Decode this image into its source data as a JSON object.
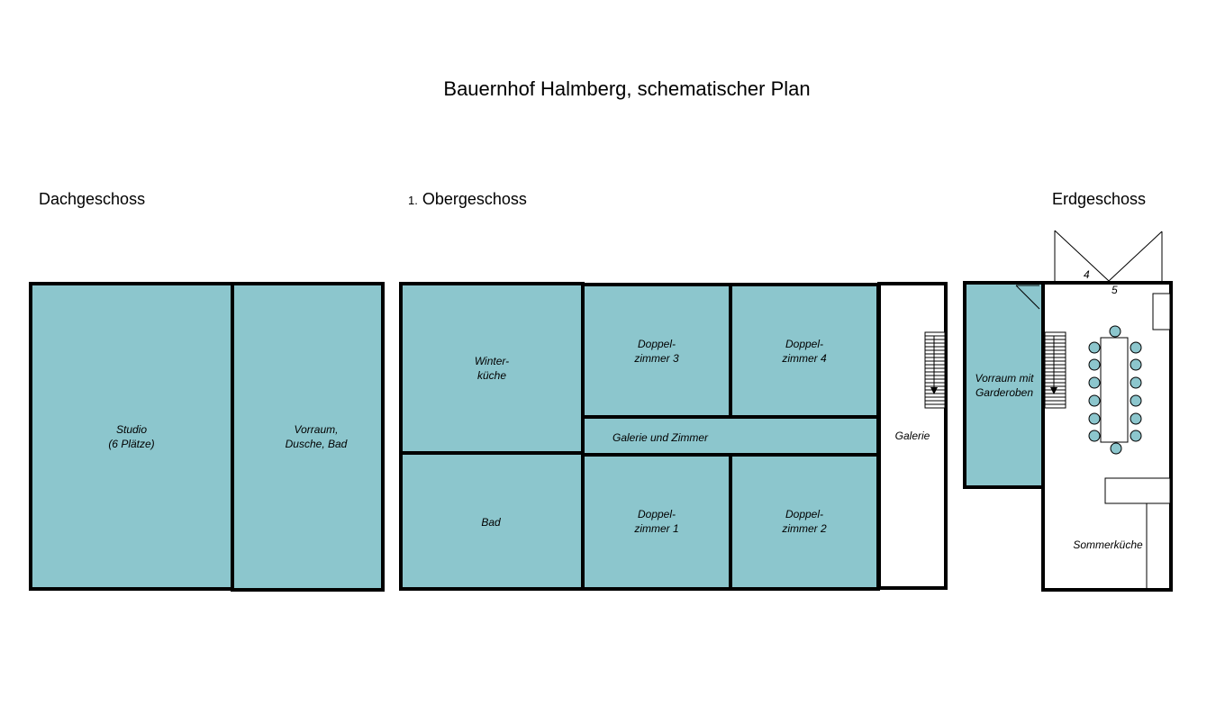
{
  "title": "Bauernhof Halmberg, schematischer Plan",
  "colors": {
    "room_fill": "#8cc6cd",
    "line": "#000000",
    "table_fill": "#ffffff"
  },
  "floors": {
    "dachgeschoss": {
      "label": "Dachgeschoss",
      "rooms": {
        "studio": "Studio\n(6 Plätze)",
        "vorraum": "Vorraum,\nDusche, Bad"
      }
    },
    "obergeschoss": {
      "label_number": "1.",
      "label": "Obergeschoss",
      "rooms": {
        "winterkueche": "Winter-\nküche",
        "doppel3": "Doppel-\nzimmer 3",
        "doppel4": "Doppel-\nzimmer 4",
        "galerie_zimmer": "Galerie  und Zimmer",
        "galerie": "Galerie",
        "bad": "Bad",
        "doppel1": "Doppel-\nzimmer 1",
        "doppel2": "Doppel-\nzimmer 2"
      }
    },
    "erdgeschoss": {
      "label": "Erdgeschoss",
      "rooms": {
        "vorraum": "Vorraum  mit\nGarderoben",
        "sommerkueche": "Sommerküche"
      },
      "door_numbers": [
        "4",
        "5"
      ]
    }
  }
}
